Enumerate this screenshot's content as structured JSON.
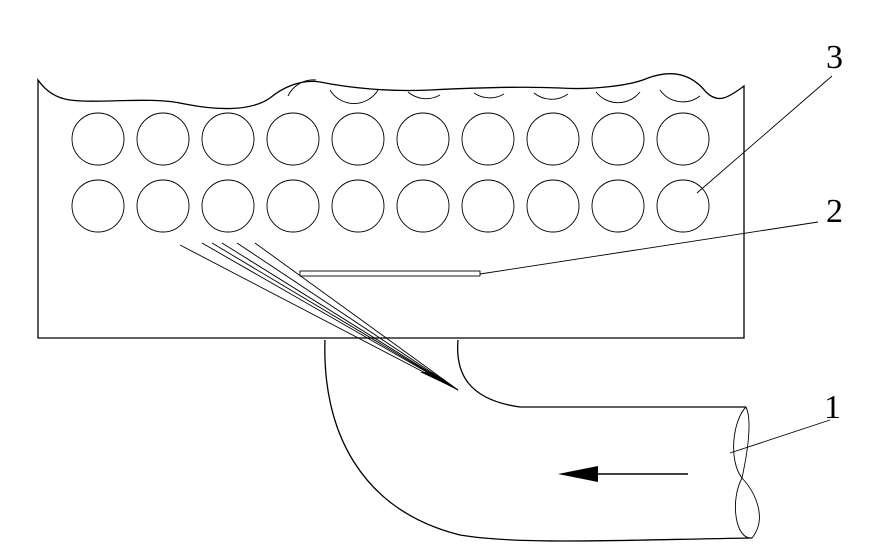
{
  "diagram": {
    "labels": [
      {
        "id": "pipe",
        "text": "1"
      },
      {
        "id": "plate",
        "text": "2"
      },
      {
        "id": "tubes",
        "text": "3"
      }
    ],
    "tube_rows": 2,
    "tubes_per_row": 10,
    "flow_arrow_icon": "arrow-left-icon",
    "colors": {
      "line": "#000000",
      "background": "#ffffff"
    }
  }
}
